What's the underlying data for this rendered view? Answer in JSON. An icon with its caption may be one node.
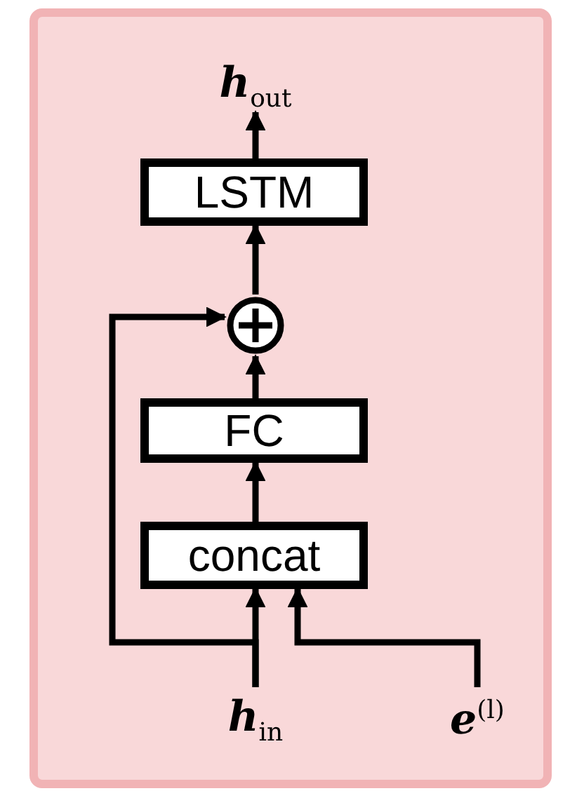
{
  "diagram": {
    "nodes": [
      {
        "text": [
          "**h**$_{out}$"
        ]
      },
      {
        "text": [
          "LSTM"
        ]
      },
      {
        "text": [],
        "shape": "circle"
      },
      {
        "text": [
          "FC"
        ]
      },
      {
        "text": [
          "concat"
        ]
      },
      {
        "text": [
          "**h**$_{in}$"
        ]
      },
      {
        "text": [
          "**e**$^{(l)}$"
        ]
      }
    ],
    "edges": [
      {
        "from": 5,
        "to": 4,
        "arrow": "to"
      },
      {
        "from": 5,
        "to": 2,
        "arrow": "to"
      },
      {
        "from": 6,
        "to": 4,
        "arrow": "to"
      },
      {
        "from": 4,
        "to": 3,
        "arrow": "to"
      },
      {
        "from": 3,
        "to": 2,
        "arrow": "to"
      },
      {
        "from": 2,
        "to": 1,
        "arrow": "to"
      },
      {
        "from": 1,
        "to": 0,
        "arrow": "to"
      }
    ]
  }
}
